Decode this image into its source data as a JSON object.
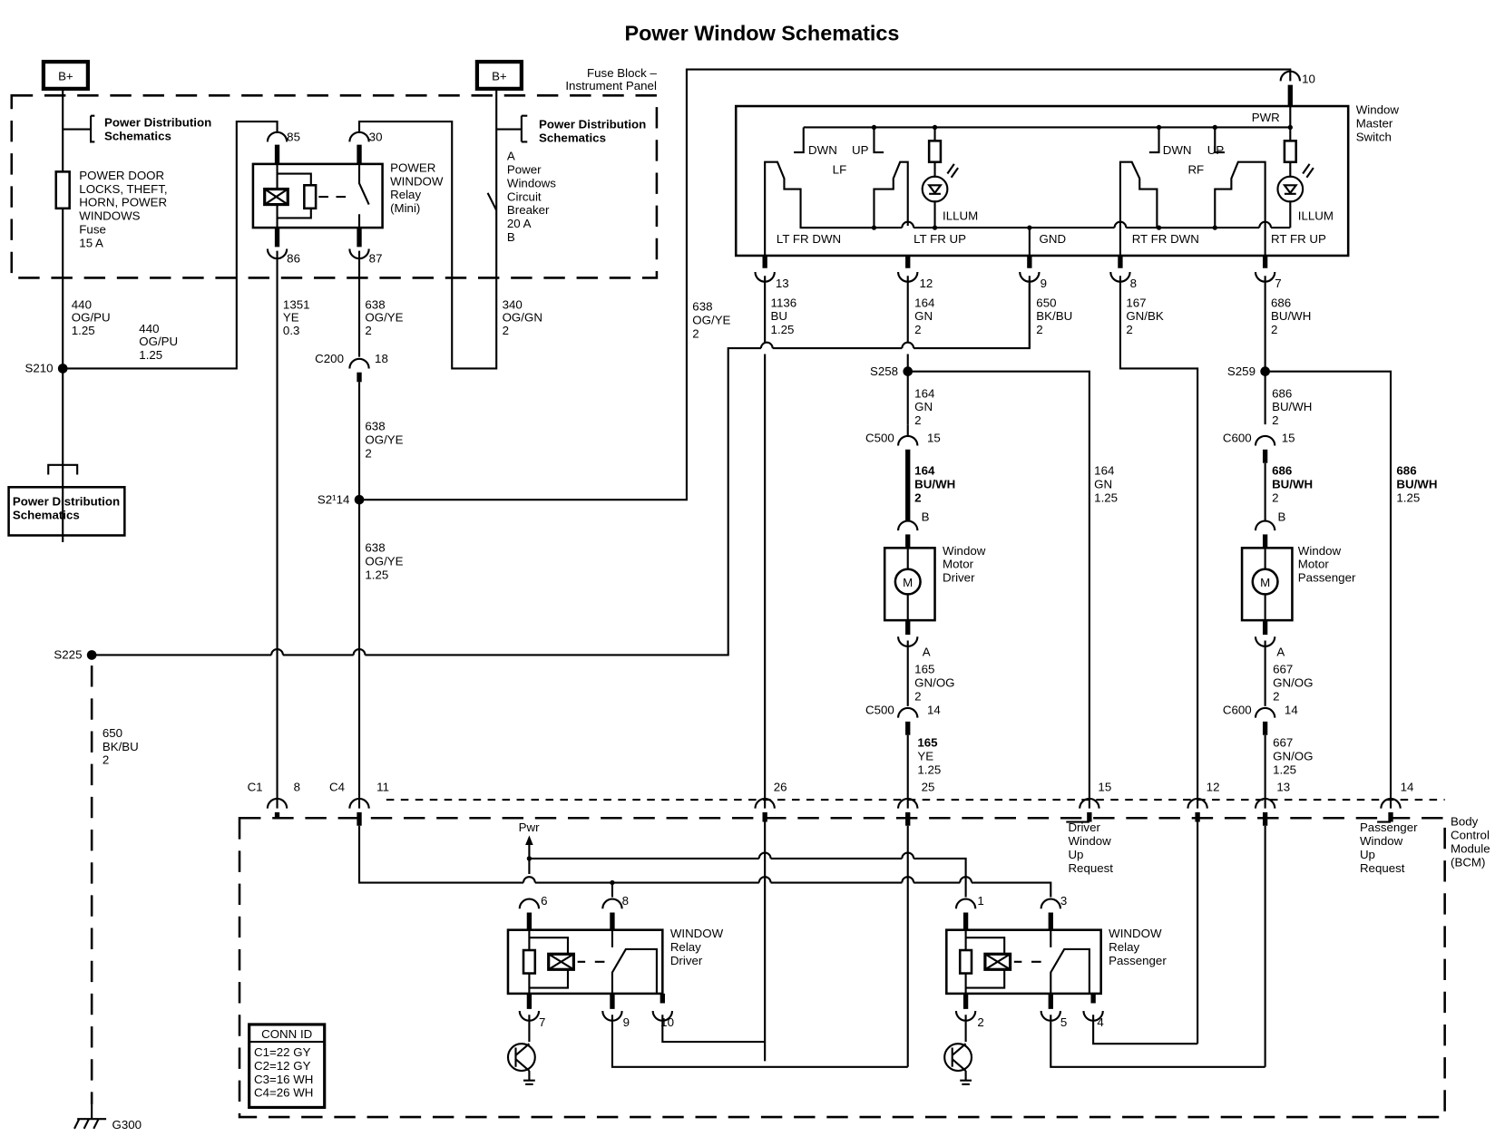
{
  "title": "Power Window Schematics",
  "power_sources": [
    {
      "id": "bplus-left",
      "label": "B+"
    },
    {
      "id": "bplus-right",
      "label": "B+"
    }
  ],
  "fuse_block": {
    "label_line1": "Fuse Block –",
    "label_line2": "Instrument Panel",
    "pd_ref_left": [
      "Power Distribution",
      "Schematics"
    ],
    "pd_ref_right": [
      "Power Distribution",
      "Schematics"
    ],
    "fuse": [
      "POWER DOOR",
      "LOCKS, THEFT,",
      "HORN, POWER",
      "WINDOWS",
      "Fuse",
      "15 A"
    ],
    "relay": {
      "name": [
        "POWER",
        "WINDOW",
        "Relay",
        "(Mini)"
      ],
      "pins": {
        "p85": "85",
        "p30": "30",
        "p86": "86",
        "p87": "87"
      }
    },
    "breaker": [
      "A",
      "Power",
      "Windows",
      "Circuit",
      "Breaker",
      "20 A",
      "B"
    ]
  },
  "pd_box": [
    "Power Distribution",
    "Schematics"
  ],
  "splices": {
    "s210": "S210",
    "s214": "S2¹14",
    "s225": "S225",
    "s258": "S258",
    "s259": "S259"
  },
  "connectors": {
    "c200": "C200",
    "c200_pin": "18",
    "c500_top": "C500",
    "c500_top_pin": "15",
    "c500_bot": "C500",
    "c500_bot_pin": "14",
    "c600_top": "C600",
    "c600_top_pin": "15",
    "c600_bot": "C600",
    "c600_bot_pin": "14",
    "c1": "C1",
    "c1_pin": "8",
    "c4": "C4",
    "c4_pin": "11",
    "switch_pin10": "10"
  },
  "wires": {
    "w440a": [
      "440",
      "OG/PU",
      "1.25"
    ],
    "w440b": [
      "440",
      "OG/PU",
      "1.25"
    ],
    "w1351": [
      "1351",
      "YE",
      "0.3"
    ],
    "w638a": [
      "638",
      "OG/YE",
      "2"
    ],
    "w340": [
      "340",
      "OG/GN",
      "2"
    ],
    "w638b": [
      "638",
      "OG/YE",
      "2"
    ],
    "w638c": [
      "638",
      "OG/YE",
      "1.25"
    ],
    "w638d": [
      "638",
      "OG/YE",
      "2"
    ],
    "w650a": [
      "650",
      "BK/BU",
      "2"
    ],
    "w1136": [
      "1136",
      "BU",
      "1.25"
    ],
    "w164a": [
      "164",
      "GN",
      "2"
    ],
    "w650b": [
      "650",
      "BK/BU",
      "2"
    ],
    "w167": [
      "167",
      "GN/BK",
      "2"
    ],
    "w686a": [
      "686",
      "BU/WH",
      "2"
    ],
    "w164b": [
      "164",
      "GN",
      "2"
    ],
    "w164c": [
      "164",
      "BU/WH",
      "2"
    ],
    "w164d": [
      "164",
      "GN",
      "1.25"
    ],
    "w686b": [
      "686",
      "BU/WH",
      "2"
    ],
    "w686c": [
      "686",
      "BU/WH",
      "2"
    ],
    "w686d": [
      "686",
      "BU/WH",
      "1.25"
    ],
    "w165a": [
      "165",
      "GN/OG",
      "2"
    ],
    "w165b": [
      "165",
      "YE",
      "1.25"
    ],
    "w667a": [
      "667",
      "GN/OG",
      "2"
    ],
    "w667b": [
      "667",
      "GN/OG",
      "1.25"
    ]
  },
  "master_switch": {
    "name": [
      "Window",
      "Master",
      "Switch"
    ],
    "pwr": "PWR",
    "lf": {
      "dwn": "DWN",
      "up": "UP",
      "label": "LF"
    },
    "rf": {
      "dwn": "DWN",
      "up": "UP",
      "label": "RF"
    },
    "illum": "ILLUM",
    "terminals": [
      "LT FR DWN",
      "LT FR UP",
      "GND",
      "RT FR DWN",
      "RT FR UP"
    ],
    "pins": [
      "13",
      "12",
      "9",
      "8",
      "7"
    ]
  },
  "motors": {
    "driver": {
      "name": [
        "Window",
        "Motor",
        "Driver"
      ],
      "symbol": "M",
      "pin_b": "B",
      "pin_a": "A"
    },
    "passenger": {
      "name": [
        "Window",
        "Motor",
        "Passenger"
      ],
      "symbol": "M",
      "pin_b": "B",
      "pin_a": "A"
    }
  },
  "bcm": {
    "name": [
      "Body",
      "Control",
      "Module",
      "(BCM)"
    ],
    "pins_top": [
      "26",
      "25",
      "15",
      "12",
      "13",
      "14"
    ],
    "driver_req": [
      "Driver",
      "Window",
      "Up",
      "Request"
    ],
    "passenger_req": [
      "Passenger",
      "Window",
      "Up",
      "Request"
    ],
    "pwr": "Pwr",
    "relay_driver": {
      "name": [
        "WINDOW",
        "Relay",
        "Driver"
      ],
      "pins": [
        "6",
        "8",
        "7",
        "9",
        "10"
      ]
    },
    "relay_passenger": {
      "name": [
        "WINDOW",
        "Relay",
        "Passenger"
      ],
      "pins": [
        "1",
        "3",
        "2",
        "5",
        "4"
      ]
    },
    "conn_id": {
      "title": "CONN ID",
      "rows": [
        "C1=22 GY",
        "C2=12 GY",
        "C3=16 WH",
        "C4=26 WH"
      ]
    }
  },
  "ground": "G300"
}
